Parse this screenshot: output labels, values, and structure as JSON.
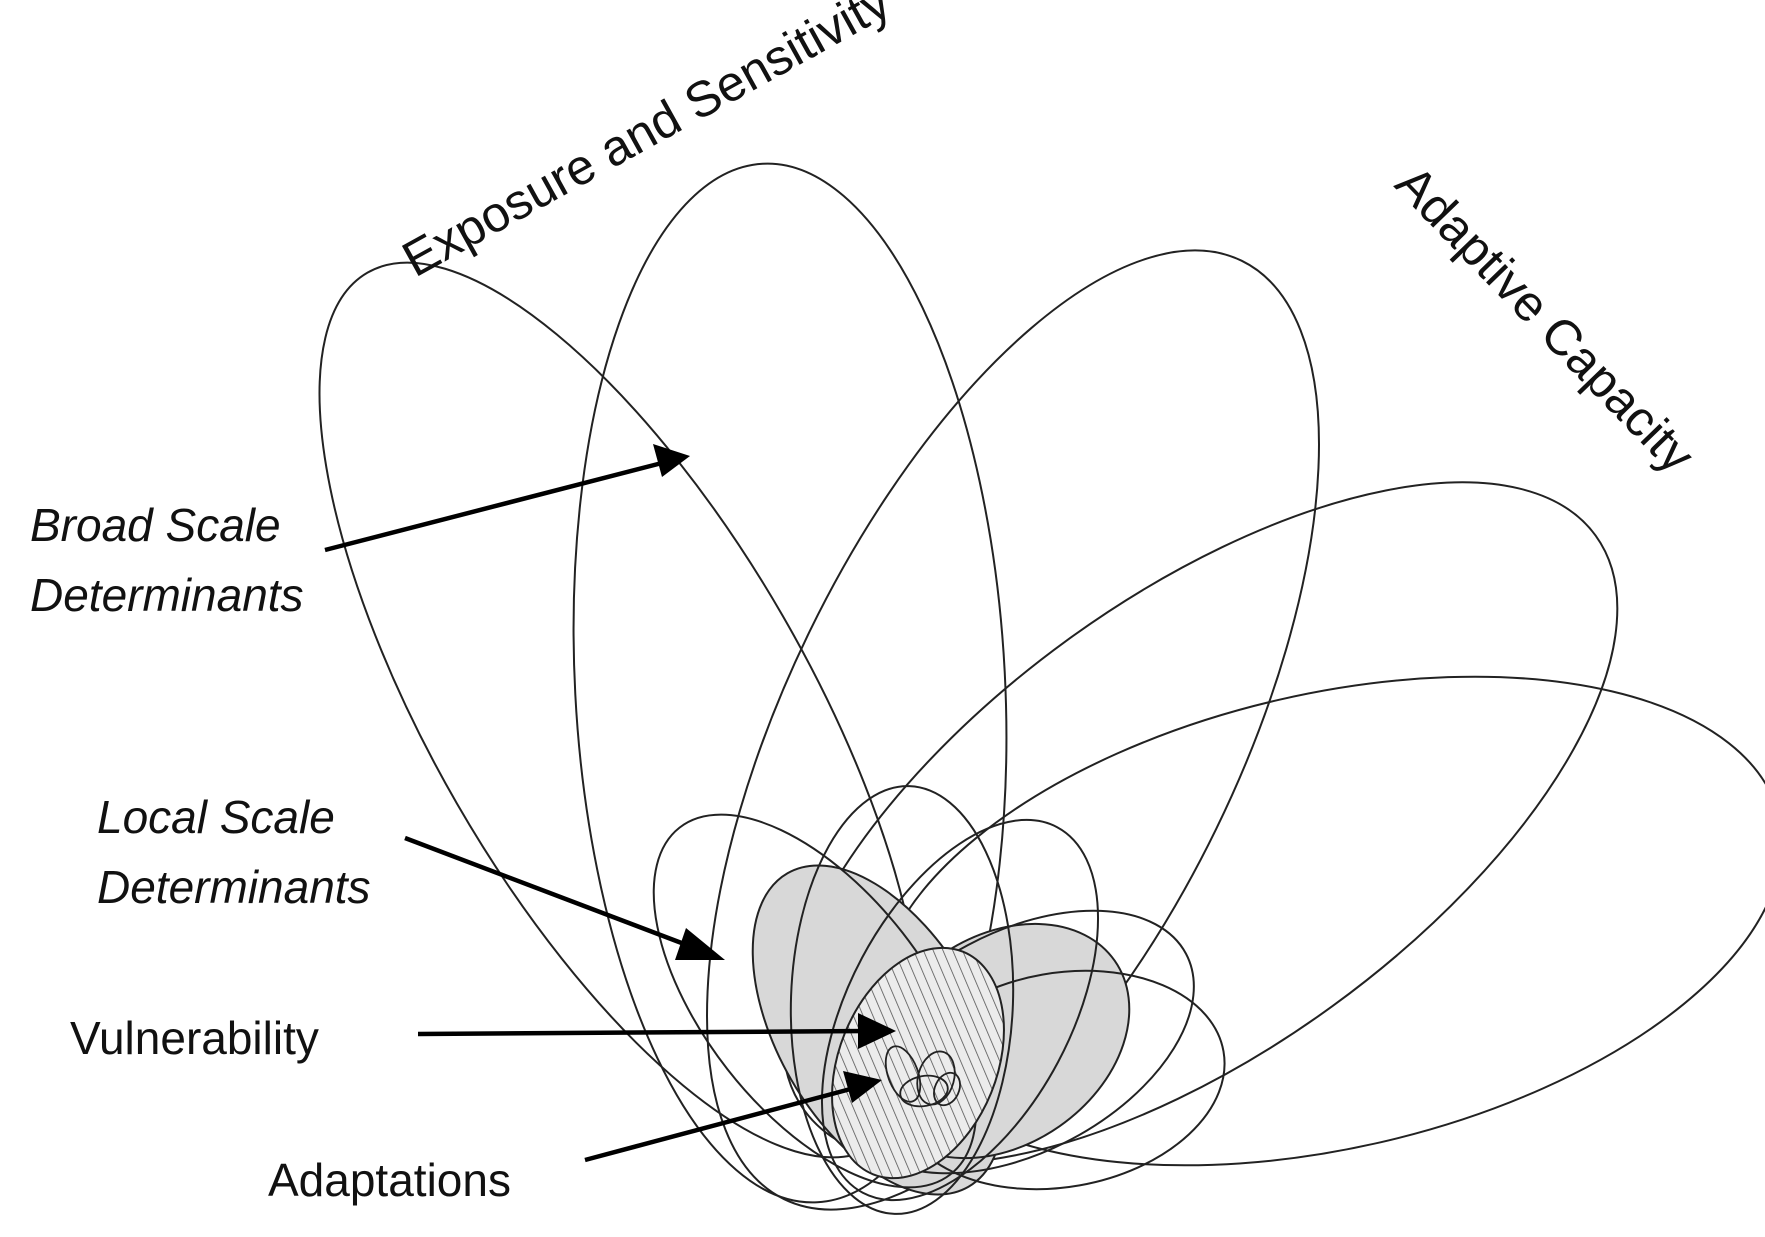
{
  "diagram": {
    "axis_labels": {
      "exposure": "Exposure and Sensitivity",
      "adaptive": "Adaptive Capacity"
    },
    "labels": {
      "broad_line1": "Broad Scale",
      "broad_line2": "Determinants",
      "local_line1": "Local Scale",
      "local_line2": "Determinants",
      "vulnerability": "Vulnerability",
      "adaptations": "Adaptations"
    },
    "colors": {
      "line": "#222222",
      "shaded": "#d8d8d8",
      "arrow": "#000000"
    }
  }
}
